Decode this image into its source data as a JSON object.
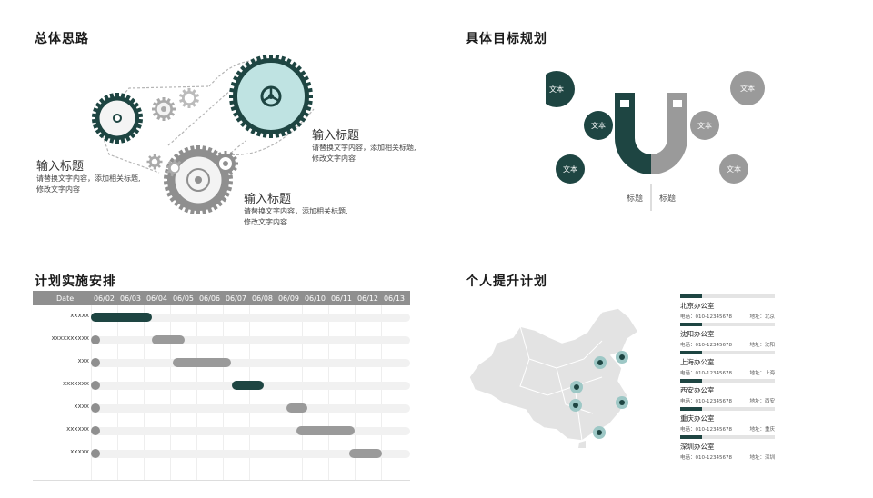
{
  "sections": {
    "overall": "总体思路",
    "goals": "具体目标规划",
    "plan": "计划实施安排",
    "personal": "个人提升计划"
  },
  "gears": {
    "blocks": [
      {
        "title": "输入标题",
        "desc1": "请替换文字内容，添加相关标题,",
        "desc2": "修改文字内容"
      },
      {
        "title": "输入标题",
        "desc1": "请替换文字内容，添加相关标题,",
        "desc2": "修改文字内容"
      },
      {
        "title": "输入标题",
        "desc1": "请替换文字内容，添加相关标题,",
        "desc2": "修改文字内容"
      }
    ]
  },
  "magnet": {
    "circles": [
      "文本",
      "文本",
      "文本",
      "文本",
      "文本",
      "文本"
    ],
    "label_left": "标题",
    "label_right": "标题",
    "colors": {
      "dark": "#1e4542",
      "gray": "#8f8f8f"
    }
  },
  "gantt": {
    "date_header": "Date",
    "days": [
      "06/02",
      "06/03",
      "06/04",
      "06/05",
      "06/06",
      "06/07",
      "06/08",
      "06/09",
      "06/10",
      "06/11",
      "06/12",
      "06/13"
    ],
    "rows": [
      {
        "label": "xxxxx",
        "start": 0,
        "end": 2.3,
        "dark": true
      },
      {
        "label": "xxxxxxxxxx",
        "start": 2.3,
        "end": 3.55,
        "dark": false
      },
      {
        "label": "xxx",
        "start": 3.1,
        "end": 5.3,
        "dark": false
      },
      {
        "label": "xxxxxxx",
        "start": 5.35,
        "end": 6.55,
        "dark": true
      },
      {
        "label": "xxxx",
        "start": 7.4,
        "end": 8.2,
        "dark": false
      },
      {
        "label": "xxxxxx",
        "start": 7.8,
        "end": 10.0,
        "dark": false
      },
      {
        "label": "xxxxx",
        "start": 9.8,
        "end": 11.05,
        "dark": false
      }
    ]
  },
  "offices": [
    {
      "name": "北京办公室",
      "phone": "电话：010-12345678",
      "addr": "地址：北京"
    },
    {
      "name": "沈阳办公室",
      "phone": "电话：010-12345678",
      "addr": "地址：沈阳"
    },
    {
      "name": "上海办公室",
      "phone": "电话：010-12345678",
      "addr": "地址：上海"
    },
    {
      "name": "西安办公室",
      "phone": "电话：010-12345678",
      "addr": "地址：西安"
    },
    {
      "name": "重庆办公室",
      "phone": "电话：010-12345678",
      "addr": "地址：重庆"
    },
    {
      "name": "深圳办公室",
      "phone": "电话：010-12345678",
      "addr": "地址：深圳"
    }
  ]
}
